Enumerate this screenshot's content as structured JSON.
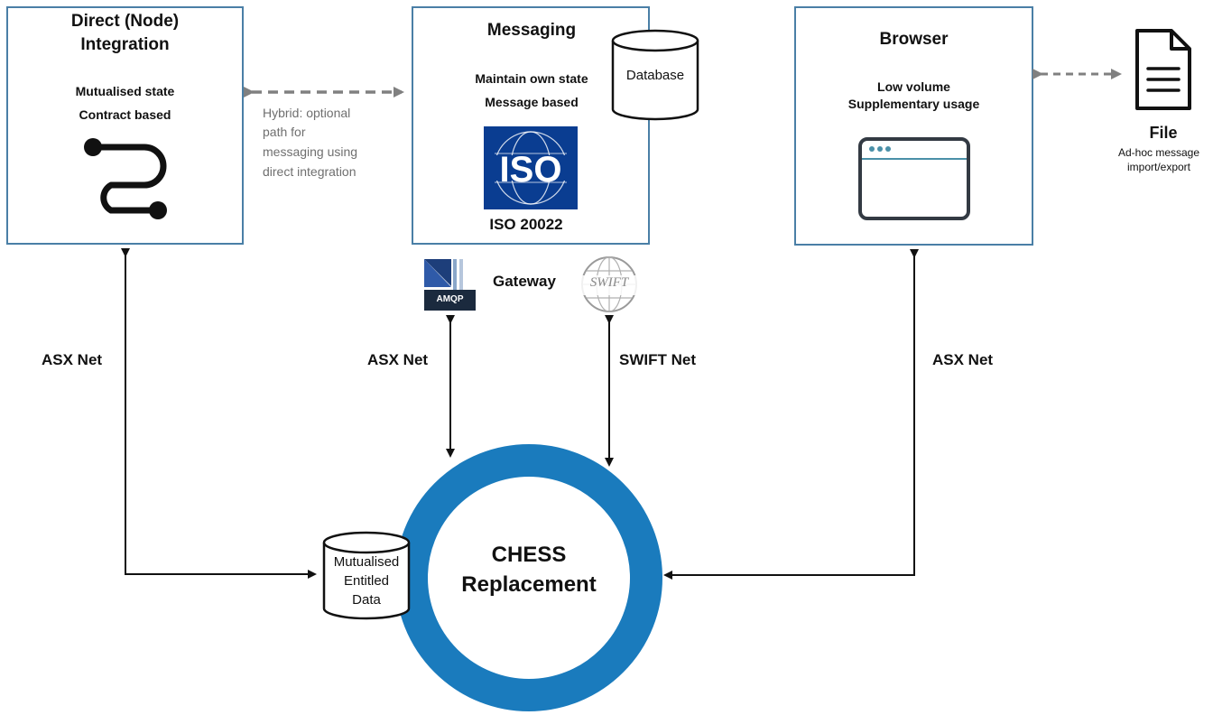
{
  "direct": {
    "title_line1": "Direct (Node)",
    "title_line2": "Integration",
    "line1": "Mutualised state",
    "line2": "Contract based"
  },
  "hybrid": {
    "lines": [
      "Hybrid: optional",
      "path for",
      "messaging using",
      "direct integration"
    ]
  },
  "messaging": {
    "title": "Messaging",
    "line1": "Maintain own state",
    "line2": "Message based",
    "database_label": "Database",
    "iso_logo_text": "ISO",
    "iso_caption": "ISO 20022"
  },
  "browser": {
    "title": "Browser",
    "line1": "Low volume",
    "line2": "Supplementary usage"
  },
  "file": {
    "title": "File",
    "line1": "Ad-hoc message",
    "line2": "import/export"
  },
  "gateway": {
    "label": "Gateway",
    "amqp_text": "AMQP",
    "swift_text": "SWIFT"
  },
  "links": {
    "asx_left": "ASX Net",
    "asx_middle": "ASX Net",
    "swift_net": "SWIFT Net",
    "asx_right": "ASX Net"
  },
  "core": {
    "line1": "CHESS",
    "line2": "Replacement",
    "ring_color": "#1a7bbd"
  },
  "data_store": {
    "line1": "Mutualised",
    "line2": "Entitled",
    "line3": "Data"
  },
  "colors": {
    "box_border": "#4a7fa6",
    "dashed_arrow": "#808080",
    "iso_blue": "#0a3d91"
  }
}
